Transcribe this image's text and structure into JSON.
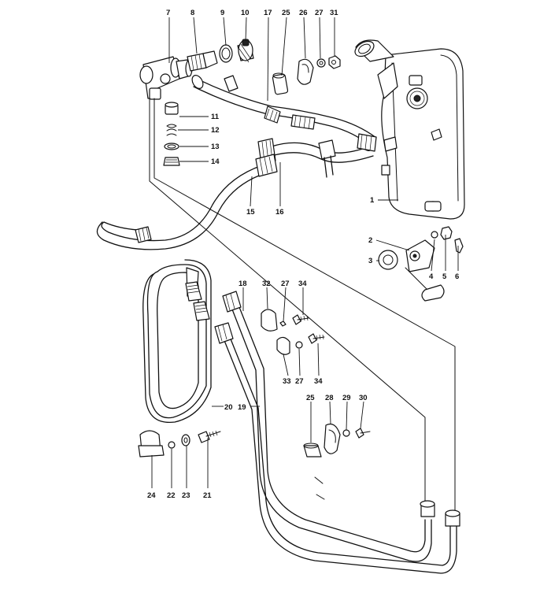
{
  "callouts": {
    "c1": "1",
    "c2": "2",
    "c3": "3",
    "c4": "4",
    "c5": "5",
    "c6": "6",
    "c7": "7",
    "c8": "8",
    "c9": "9",
    "c10": "10",
    "c11": "11",
    "c12": "12",
    "c13": "13",
    "c14": "14",
    "c15": "15",
    "c16": "16",
    "c17": "17",
    "c18": "18",
    "c19": "19",
    "c20": "20",
    "c21": "21",
    "c22": "22",
    "c23": "23",
    "c24": "24",
    "c25a": "25",
    "c25b": "25",
    "c26": "26",
    "c27a": "27",
    "c27b": "27",
    "c27c": "27",
    "c28": "28",
    "c29": "29",
    "c30": "30",
    "c31": "31",
    "c32": "32",
    "c33": "33",
    "c34a": "34",
    "c34b": "34"
  },
  "colors": {
    "line": "#111111",
    "background": "#ffffff"
  }
}
